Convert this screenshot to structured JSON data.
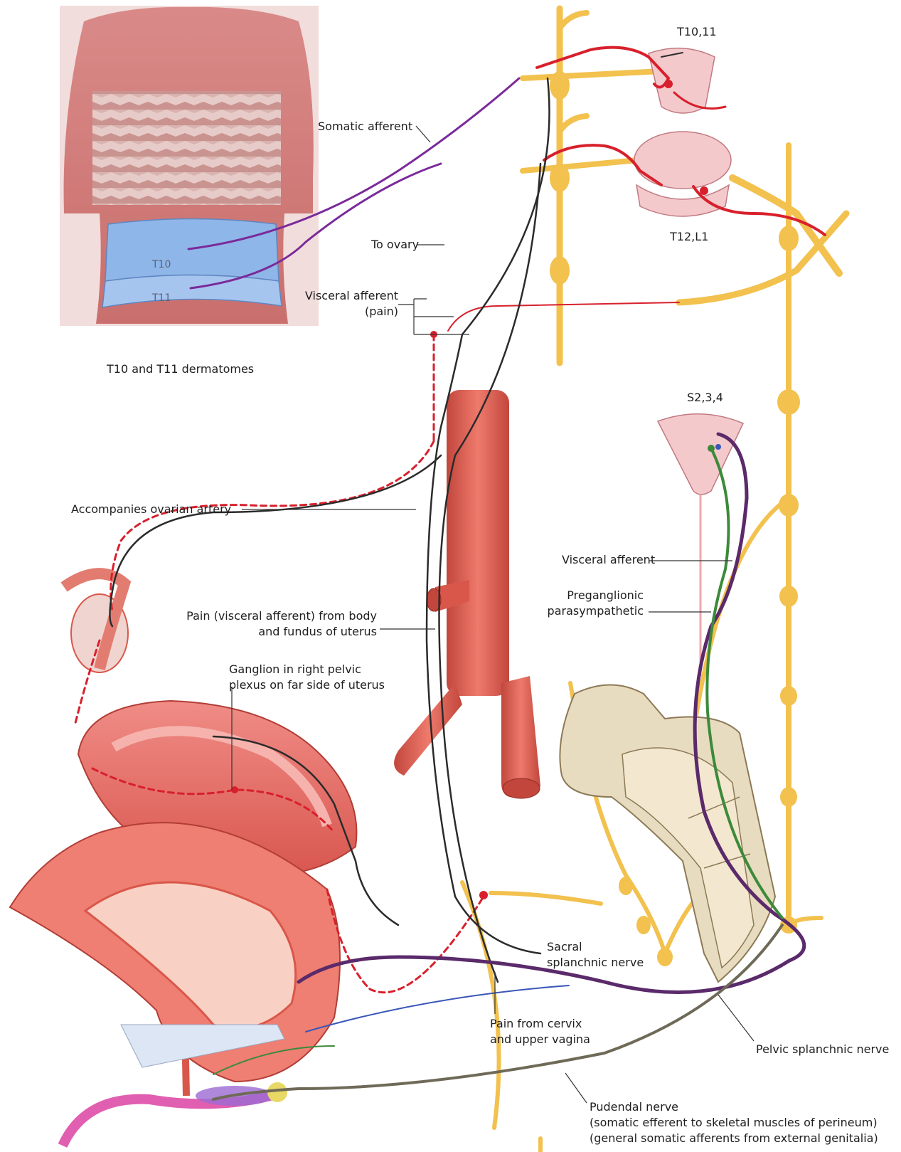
{
  "labels": {
    "somatic_afferent": "Somatic afferent",
    "to_ovary": "To ovary",
    "visceral_afferent_pain": [
      "Visceral afferent",
      "(pain)"
    ],
    "dermatomes_caption": "T10 and T11 dermatomes",
    "t10_band": "T10",
    "t11_band": "T11",
    "t10_11": "T10,11",
    "t12_l1": "T12,L1",
    "s234": "S2,3,4",
    "accompanies_ovarian_artery": "Accompanies ovarian artery",
    "pain_body_fundus": [
      "Pain (visceral afferent) from body",
      "and fundus of uterus"
    ],
    "ganglion_pelvic_plexus": [
      "Ganglion in right pelvic",
      "plexus on far side of uterus"
    ],
    "visceral_afferent": "Visceral afferent",
    "preganglionic_parasympathetic": [
      "Preganglionic",
      "parasympathetic"
    ],
    "sacral_splanchnic_nerve": [
      "Sacral",
      "splanchnic nerve"
    ],
    "pain_cervix_vagina": [
      "Pain from cervix",
      "and upper vagina"
    ],
    "pelvic_splanchnic_nerve": "Pelvic splanchnic nerve",
    "pudendal_nerve": [
      "Pudendal nerve",
      "(somatic efferent to skeletal muscles of perineum)",
      "(general somatic afferents from external genitalia)"
    ]
  },
  "colors": {
    "somatic_afferent": "#7a2a9a",
    "visceral_afferent": "#d8202c",
    "sympathetic_nerve": "#f2c14e",
    "preganglionic": "#2b2b2b",
    "parasympathetic_green": "#3c8a3a",
    "artery": "#d9574a",
    "spinal_cord": "#f4c9cc",
    "bone": "#e8dcc0",
    "skin_band": "#8fb6e8"
  }
}
